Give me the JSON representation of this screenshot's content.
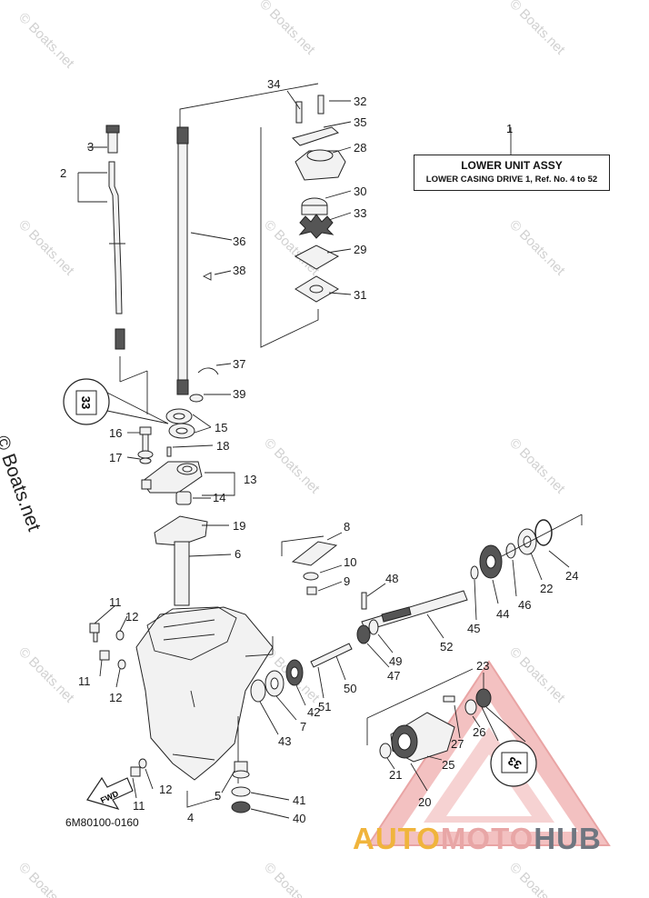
{
  "legend": {
    "number": "1",
    "title": "LOWER UNIT ASSY",
    "subtitle": "LOWER CASING DRIVE 1,  Ref. No. 4 to 52"
  },
  "watermark": "© Boats.net",
  "diagram_code": "6M80100-0160",
  "fwd_label": "FWD",
  "logo": {
    "part1": "AUTO",
    "part2": "MOTO",
    "part3": "HUB",
    "colors": [
      "#f0b43c",
      "#e8a6a6",
      "#6f7680"
    ]
  },
  "callouts": [
    {
      "n": "34"
    },
    {
      "n": "32"
    },
    {
      "n": "35"
    },
    {
      "n": "28"
    },
    {
      "n": "30"
    },
    {
      "n": "33"
    },
    {
      "n": "29"
    },
    {
      "n": "31"
    },
    {
      "n": "3"
    },
    {
      "n": "2"
    },
    {
      "n": "36"
    },
    {
      "n": "38"
    },
    {
      "n": "37"
    },
    {
      "n": "39"
    },
    {
      "n": "15"
    },
    {
      "n": "16"
    },
    {
      "n": "18"
    },
    {
      "n": "17"
    },
    {
      "n": "13"
    },
    {
      "n": "14"
    },
    {
      "n": "19"
    },
    {
      "n": "6"
    },
    {
      "n": "8"
    },
    {
      "n": "10"
    },
    {
      "n": "9"
    },
    {
      "n": "48"
    },
    {
      "n": "11"
    },
    {
      "n": "12"
    },
    {
      "n": "11"
    },
    {
      "n": "12"
    },
    {
      "n": "24"
    },
    {
      "n": "22"
    },
    {
      "n": "46"
    },
    {
      "n": "44"
    },
    {
      "n": "45"
    },
    {
      "n": "52"
    },
    {
      "n": "49"
    },
    {
      "n": "47"
    },
    {
      "n": "50"
    },
    {
      "n": "51"
    },
    {
      "n": "42"
    },
    {
      "n": "7"
    },
    {
      "n": "43"
    },
    {
      "n": "23"
    },
    {
      "n": "26"
    },
    {
      "n": "27"
    },
    {
      "n": "25"
    },
    {
      "n": "21"
    },
    {
      "n": "20"
    },
    {
      "n": "12"
    },
    {
      "n": "11"
    },
    {
      "n": "5"
    },
    {
      "n": "41"
    },
    {
      "n": "40"
    },
    {
      "n": "4"
    }
  ],
  "badges": {
    "top": "33",
    "bottom": "33"
  }
}
